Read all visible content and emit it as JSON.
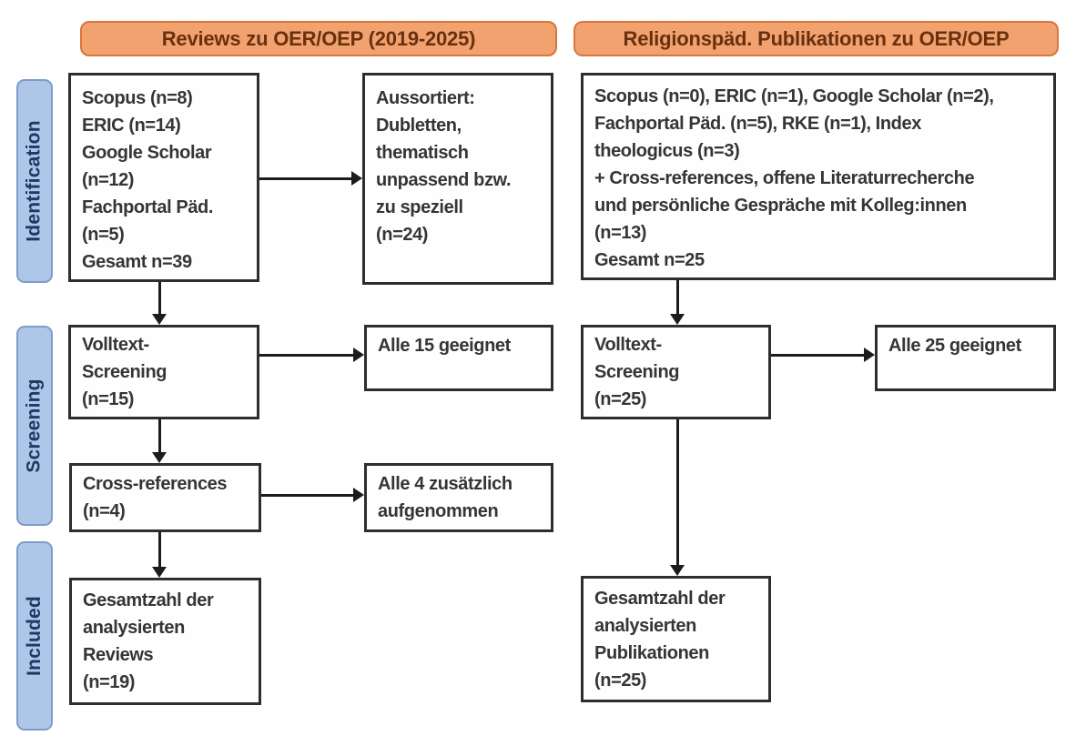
{
  "headers": {
    "left": "Reviews zu OER/OEP (2019-2025)",
    "right": "Religionspäd. Publikationen zu OER/OEP"
  },
  "stage_labels": {
    "identification": "Identification",
    "screening": "Screening",
    "included": "Included"
  },
  "left_column": {
    "identification_sources": "Scopus (n=8)\nERIC (n=14)\nGoogle Scholar\n(n=12)\nFachportal Päd.\n(n=5)\nGesamt n=39",
    "excluded": "Aussortiert:\nDubletten,\nthematisch\nunpassend bzw.\nzu speziell\n(n=24)",
    "fulltext_screening": "Volltext-\nScreening\n(n=15)",
    "fulltext_result": "Alle 15 geeignet",
    "cross_references": "Cross-references\n(n=4)",
    "cross_references_result": "Alle 4 zusätzlich\naufgenommen",
    "included_total": "Gesamtzahl der\nanalysierten\nReviews\n(n=19)"
  },
  "right_column": {
    "identification_sources": "Scopus (n=0), ERIC (n=1), Google Scholar (n=2),\nFachportal Päd. (n=5), RKE (n=1), Index\ntheologicus (n=3)\n+ Cross-references, offene Literaturrecherche\nund persönliche Gespräche mit Kolleg:innen\n(n=13)\nGesamt n=25",
    "fulltext_screening": "Volltext-\nScreening\n(n=25)",
    "fulltext_result": "Alle 25 geeignet",
    "included_total": "Gesamtzahl der\nanalysierten\nPublikationen\n(n=25)"
  },
  "colors": {
    "header_fill": "#F2A26E",
    "header_border": "#D9763B",
    "header_text": "#69300F",
    "stage_fill": "#AEC6E8",
    "stage_border": "#7E9CC9",
    "stage_text": "#1F3864",
    "box_border": "#2E2E2E",
    "box_text": "#353535",
    "arrow": "#1C1C1C",
    "bg": "#FFFFFF"
  }
}
